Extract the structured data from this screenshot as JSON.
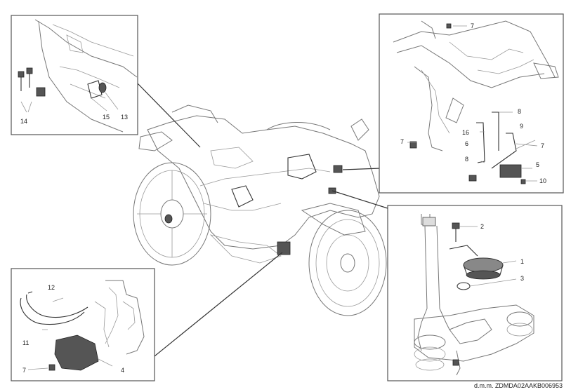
{
  "callouts": {
    "top_left": {
      "labels": [
        "14",
        "15",
        "13"
      ]
    },
    "top_right": {
      "labels": [
        "7",
        "8",
        "16",
        "7",
        "6",
        "9",
        "7",
        "8",
        "5",
        "10"
      ]
    },
    "bottom_left": {
      "labels": [
        "12",
        "11",
        "7",
        "4"
      ]
    },
    "bottom_right": {
      "labels": [
        "2",
        "1",
        "3"
      ]
    }
  },
  "reference_code": "d.m.m. ZDMDA02AAKB006953",
  "colors": {
    "line": "#777777",
    "frame": "#555555",
    "part_dark": "#333333",
    "background": "#ffffff"
  }
}
